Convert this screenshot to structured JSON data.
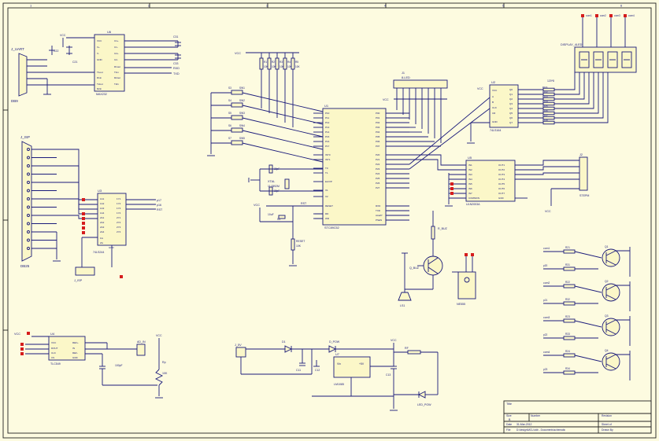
{
  "border": {
    "columns": [
      "1",
      "2",
      "3",
      "4",
      "5",
      "6"
    ],
    "rows": [
      "A",
      "B",
      "C",
      "D"
    ]
  },
  "parts": {
    "uart_conn": "J_UART",
    "db9": "DB9",
    "max232": "U6",
    "max232_name": "MAX232",
    "max232_pins": [
      "VCC",
      "V+",
      "V-",
      "GND",
      "T1out",
      "R1in",
      "T2out",
      "R2in",
      "C1+",
      "C1-",
      "C2+",
      "C2-",
      "R1out",
      "T1in",
      "R2out",
      "T2in"
    ],
    "c_max": [
      "C22",
      "C21",
      "C31",
      "C33"
    ],
    "rxd": "RXD",
    "txd": "TXD",
    "isp_conn": "J_ISP",
    "u3": "U3",
    "u3_name": "74LS244",
    "j_isp2": "J_ISP",
    "db25": "DB25",
    "u3_pins": [
      "1A1",
      "1A2",
      "1A3",
      "1A4",
      "2A1",
      "2A2",
      "2A3",
      "2A4",
      "1Y1",
      "1Y2",
      "1Y3",
      "1Y4",
      "2Y1",
      "2Y2",
      "2Y3",
      "2Y4",
      "1G",
      "2G",
      "VCC",
      "GND"
    ],
    "u3_signals": [
      "p17",
      "p16",
      "RST"
    ],
    "mcu": "U1",
    "mcu_name": "STC89C52",
    "mcu_left": [
      "P10",
      "P11",
      "P12",
      "P13",
      "P14",
      "P15",
      "P16",
      "P17",
      "INT0",
      "INT1",
      "T0",
      "T1",
      "EA/VP",
      "X1",
      "X2",
      "RESET",
      "RD",
      "WR"
    ],
    "mcu_right": [
      "P00",
      "P01",
      "P02",
      "P03",
      "P04",
      "P05",
      "P06",
      "P07",
      "P20",
      "P21",
      "P22",
      "P23",
      "P24",
      "P25",
      "P26",
      "P27",
      "RXD",
      "TXD",
      "ALE/P",
      "PSEN"
    ],
    "keys": [
      "S3",
      "S4",
      "S5",
      "S6",
      "S7"
    ],
    "sw_labels": [
      "SW1",
      "SW2",
      "SW3",
      "SW4",
      "SW5"
    ],
    "s1": "S1",
    "resistors_top": [
      "10K",
      "10K",
      "10K",
      "10K",
      "10K"
    ],
    "r_top_names": [
      "R1",
      "R2",
      "R3",
      "R4",
      "R5"
    ],
    "xtal": "XTAL",
    "xtal_freq": "11.0592M",
    "c_xtal": [
      "30pF",
      "30pF"
    ],
    "reset_cap": "10uF",
    "reset_r": "10K",
    "rst": "RST",
    "j1": "J1",
    "j1_name": "8-LED",
    "u2": "U2",
    "u2_name": "74LS164",
    "u2_pins": [
      "VCC",
      "A",
      "B",
      "CLK",
      "CR",
      "GND",
      "Q0",
      "Q1",
      "Q2",
      "Q3",
      "Q4",
      "Q5",
      "Q6",
      "Q7"
    ],
    "r_seg": [
      "R101",
      "R102",
      "R103",
      "R104",
      "R105",
      "R106",
      "R107",
      "R108"
    ],
    "r_seg_val": "120*8",
    "display": "DISPLAY_4LED",
    "display_labels": [
      "com1",
      "com2",
      "com3",
      "com4"
    ],
    "u5": "U5",
    "u5_name": "ULN2003A",
    "u5_pins": [
      "IN1",
      "IN2",
      "IN3",
      "IN4",
      "IN5",
      "IN6",
      "IN7",
      "COMMON",
      "OUT1",
      "OUT2",
      "OUT3",
      "OUT4",
      "OUT5",
      "OUT6",
      "OUT7",
      "GND"
    ],
    "j2": "J2",
    "j2_name": "STEPM",
    "buzzer_r": "R_BUZ",
    "q_buz": "Q_BUZ",
    "ls1": "LS1",
    "ne555": "NE555",
    "q_drv": [
      "Q1",
      "Q2",
      "Q3",
      "Q4"
    ],
    "r_drv": [
      "R21",
      "R22",
      "R23",
      "R24"
    ],
    "r_drv2": [
      "R31",
      "R32",
      "R33",
      "R34"
    ],
    "com_labels": [
      "com1",
      "com2",
      "com3",
      "com4"
    ],
    "u4": "U4",
    "u4_name": "TLC549",
    "u4_pins": [
      "VCC",
      "REF+",
      "REF-",
      "IN",
      "CS",
      "DOUT",
      "CLK",
      "GND"
    ],
    "ad_in": "AD_IN",
    "pot": "Rp",
    "pot_val": "10K",
    "c_ad": "100pF",
    "power_in": "J_5V",
    "d1": "D1",
    "d_pow": "D_POW",
    "u7": "U7",
    "reg": "LM1085",
    "reg_vin": "Vin",
    "reg_out": "+5V",
    "c_pow": [
      "C11",
      "C12",
      "C13"
    ],
    "rf": "RF",
    "led_pow": "LED_POW",
    "vcc": "VCC",
    "gnd": "GND"
  },
  "title_block": {
    "title_label": "Title",
    "size_label": "Size",
    "size_value": "B",
    "number_label": "Number",
    "revision_label": "Revision",
    "date_label": "Date",
    "date_value": "31-Mar-2012",
    "file_label": "File",
    "file_value": "D:\\design\\MCU.ddb - Documents\\schematic",
    "sheet_label": "Sheet of",
    "drawn_label": "Drawn By"
  },
  "colors": {
    "wire": "#1a1a7a",
    "component_fill": "#fbf7c8",
    "marker": "#d61c1c",
    "background": "#fdfbe0"
  }
}
